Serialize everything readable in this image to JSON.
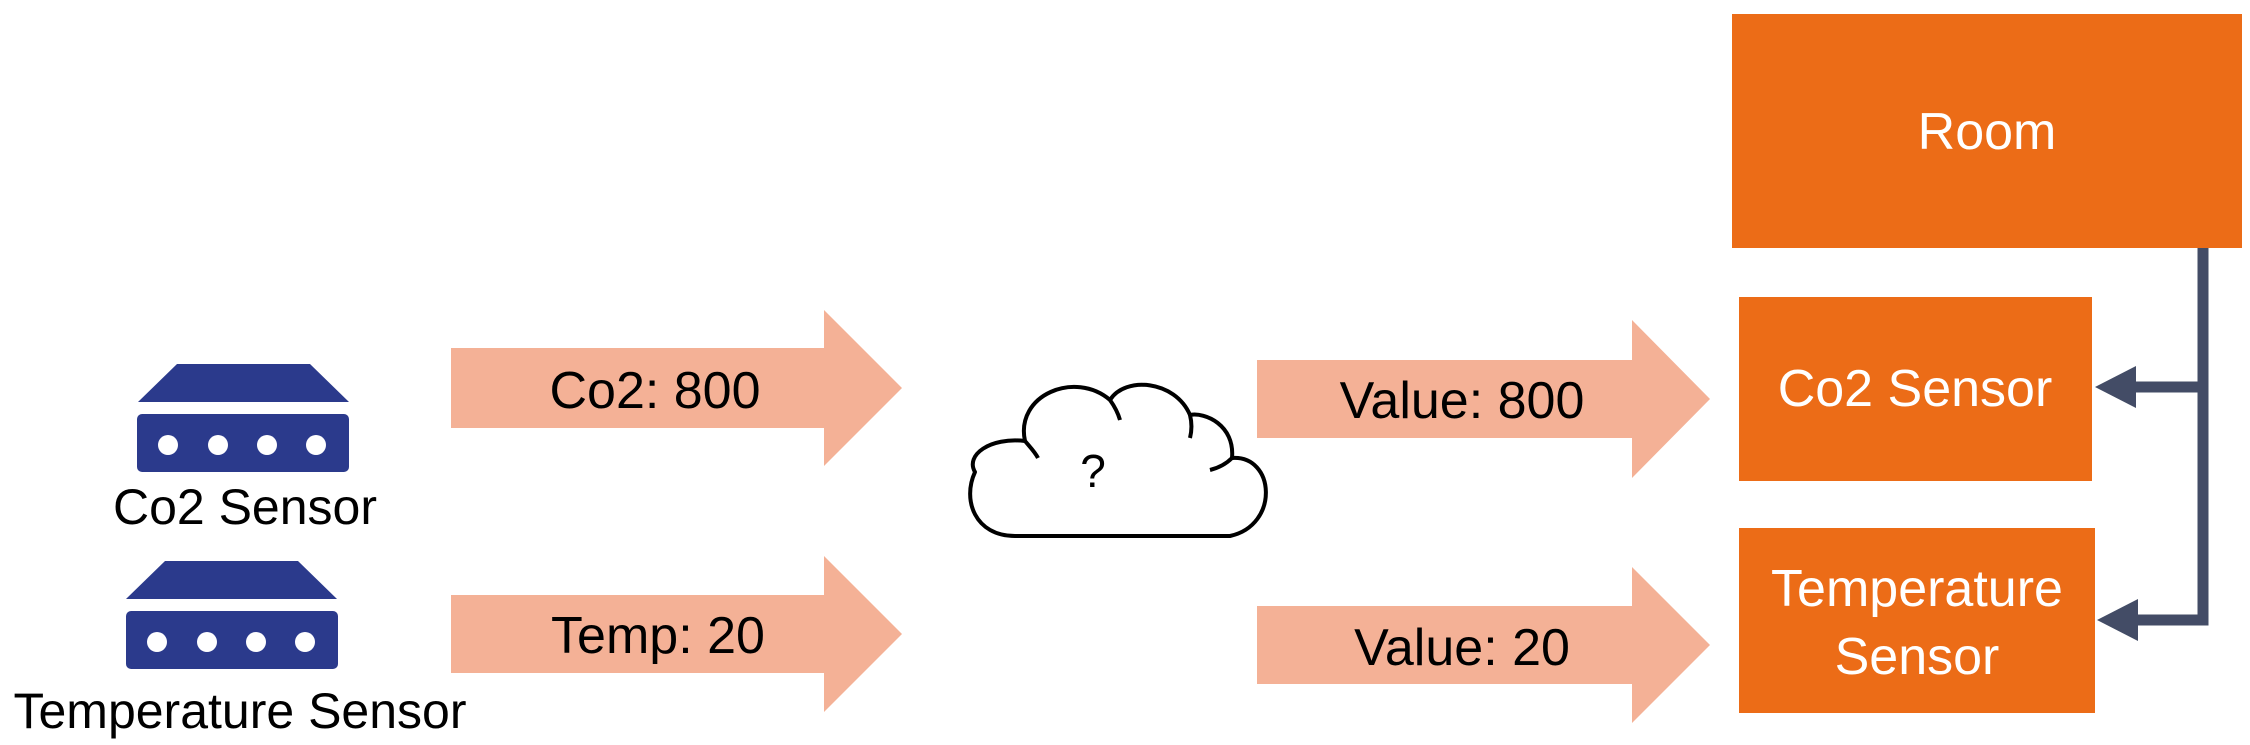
{
  "colors": {
    "box_orange": "#EC6C17",
    "arrow_salmon": "#F4B196",
    "sensor_navy": "#2B3A8C",
    "connector_slate": "#434C66",
    "text_dark": "#000000",
    "text_light": "#FFFFFF"
  },
  "icons": {
    "sensor": "network-device-icon",
    "cloud": "cloud-icon"
  },
  "sensors": [
    {
      "label": "Co2 Sensor"
    },
    {
      "label": "Temperature Sensor"
    }
  ],
  "input_arrows": [
    {
      "label": "Co2: 800"
    },
    {
      "label": "Temp: 20"
    }
  ],
  "cloud": {
    "label": "?"
  },
  "output_arrows": [
    {
      "label": "Value: 800"
    },
    {
      "label": "Value: 20"
    }
  ],
  "room": {
    "label": "Room"
  },
  "room_sensors": [
    {
      "lines": [
        "Co2 Sensor"
      ]
    },
    {
      "lines": [
        "Temperature",
        "Sensor"
      ]
    }
  ]
}
